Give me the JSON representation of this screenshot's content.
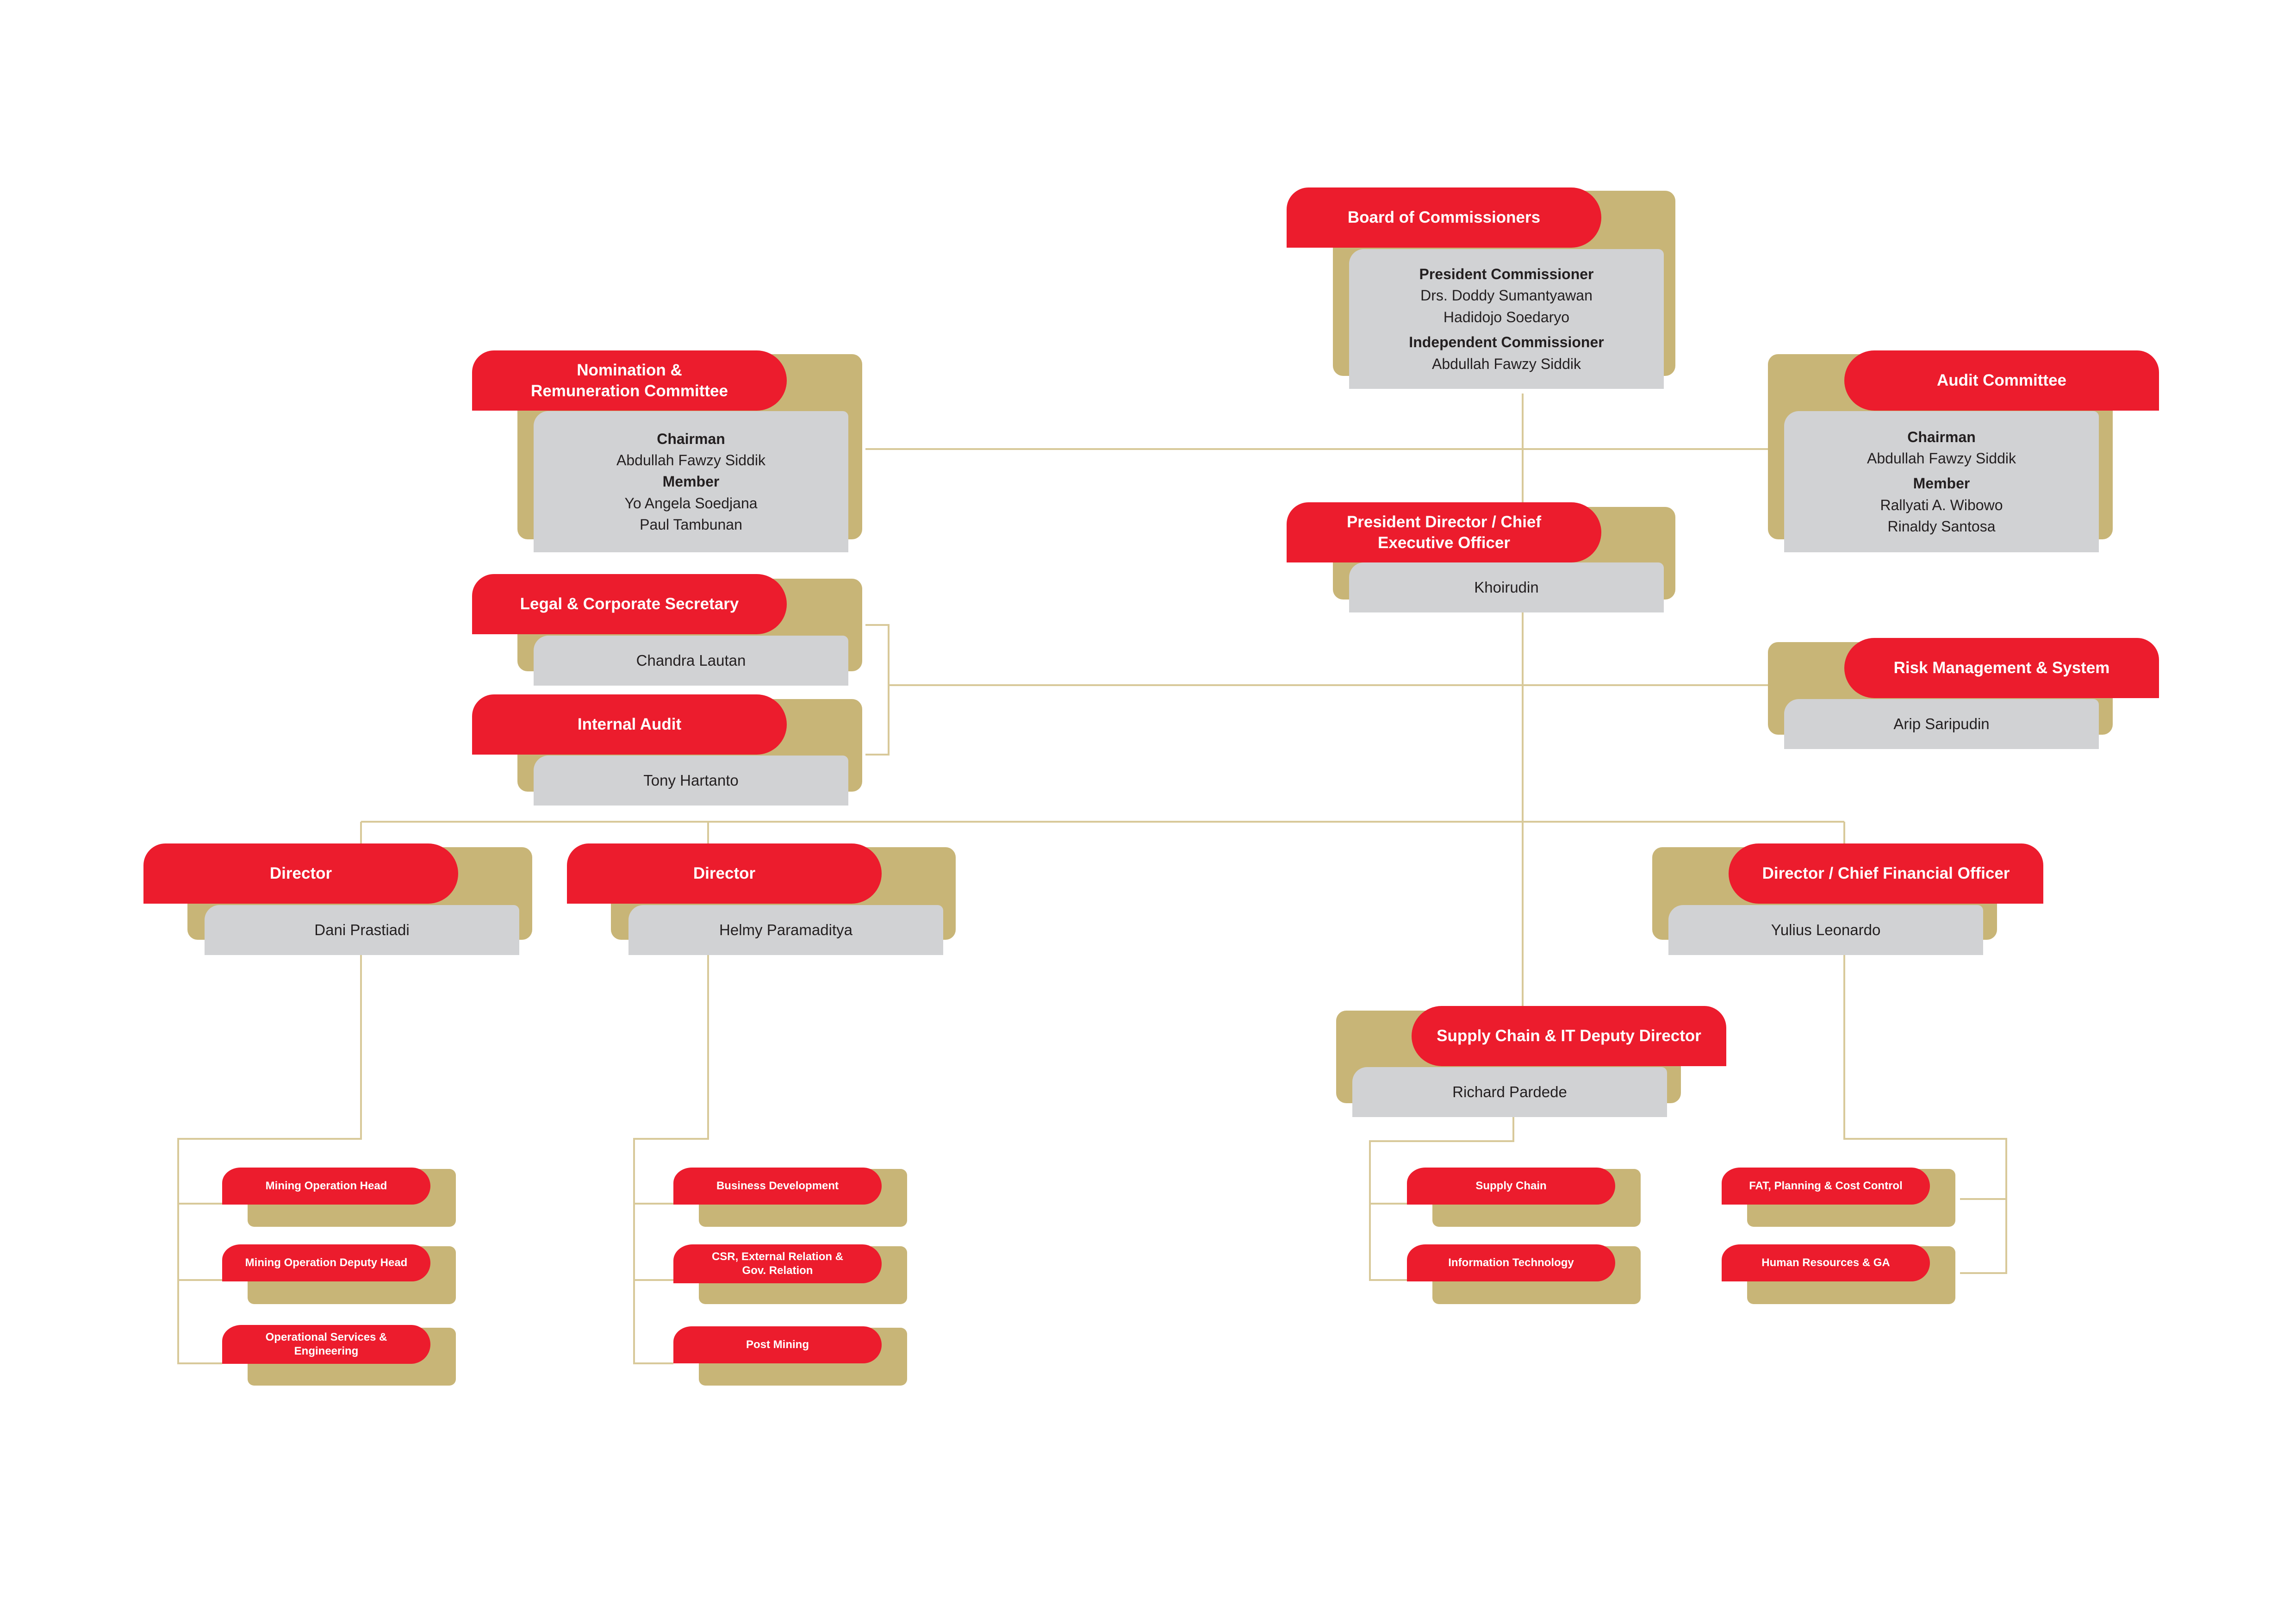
{
  "board": {
    "title": "Board of Commissioners",
    "role1": "President Commissioner",
    "role1_names": [
      "Drs. Doddy Sumantyawan",
      "Hadidojo Soedaryo"
    ],
    "role2": "Independent Commissioner",
    "role2_names": [
      "Abdullah Fawzy Siddik"
    ]
  },
  "nomination": {
    "title": "Nomination & Remuneration Committee",
    "role1": "Chairman",
    "role1_names": [
      "Abdullah Fawzy Siddik"
    ],
    "role2": "Member",
    "role2_names": [
      "Yo Angela Soedjana",
      "Paul Tambunan"
    ]
  },
  "audit_committee": {
    "title": "Audit Committee",
    "role1": "Chairman",
    "role1_names": [
      "Abdullah Fawzy Siddik"
    ],
    "role2": "Member",
    "role2_names": [
      "Rallyati A. Wibowo",
      "Rinaldy Santosa"
    ]
  },
  "president_director": {
    "title": "President Director / Chief Executive Officer",
    "name": "Khoirudin"
  },
  "legal": {
    "title": "Legal & Corporate Secretary",
    "name": "Chandra Lautan"
  },
  "internal_audit": {
    "title": "Internal Audit",
    "name": "Tony Hartanto"
  },
  "risk": {
    "title": "Risk Management & System",
    "name": "Arip Saripudin"
  },
  "director1": {
    "title": "Director",
    "name": "Dani Prastiadi"
  },
  "director2": {
    "title": "Director",
    "name": "Helmy Paramaditya"
  },
  "cfo": {
    "title": "Director / Chief Financial Officer",
    "name": "Yulius Leonardo"
  },
  "supply_deputy": {
    "title": "Supply Chain & IT Deputy Director",
    "name": "Richard Pardede"
  },
  "units": {
    "mining_head": "Mining Operation Head",
    "mining_deputy": "Mining Operation Deputy Head",
    "operational_services": "Operational Services & Engineering",
    "business_development": "Business Development",
    "csr": "CSR, External Relation & Gov. Relation",
    "post_mining": "Post Mining",
    "supply_chain": "Supply Chain",
    "information_technology": "Information Technology",
    "fat": "FAT, Planning & Cost Control",
    "hr": "Human Resources & GA"
  },
  "colors": {
    "red": "#ec1c2d",
    "gold": "#c8b577",
    "gray": "#d1d2d4",
    "line": "#d8c99a"
  }
}
